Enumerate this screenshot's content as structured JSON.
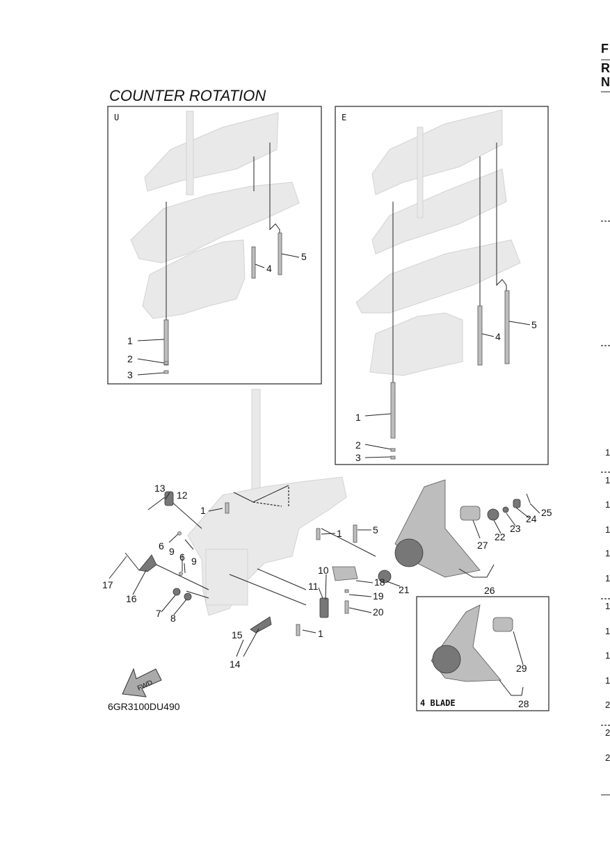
{
  "title": "COUNTER ROTATION",
  "diagram_code": "6GR3100DU490",
  "panel_u": {
    "label": "U",
    "callouts": [
      "1",
      "2",
      "3",
      "4",
      "5"
    ]
  },
  "panel_e": {
    "label": "E",
    "callouts": [
      "1",
      "2",
      "3",
      "4",
      "5"
    ]
  },
  "main_callouts": [
    "1",
    "1",
    "1",
    "1",
    "5",
    "6",
    "6",
    "7",
    "8",
    "9",
    "9",
    "10",
    "11",
    "12",
    "13",
    "14",
    "15",
    "16",
    "17",
    "18",
    "19",
    "20",
    "21",
    "22",
    "23",
    "24",
    "25",
    "26",
    "27"
  ],
  "four_blade": {
    "label": "4 BLADE",
    "callouts": [
      "28",
      "29"
    ]
  },
  "fwd_arrow": "FWD",
  "edge_text": {
    "top": [
      "F",
      "R",
      "N"
    ],
    "right": [
      "1",
      "1",
      "1",
      "1",
      "1",
      "1",
      "1",
      "1",
      "1",
      "1",
      "2",
      "2",
      "2"
    ]
  }
}
